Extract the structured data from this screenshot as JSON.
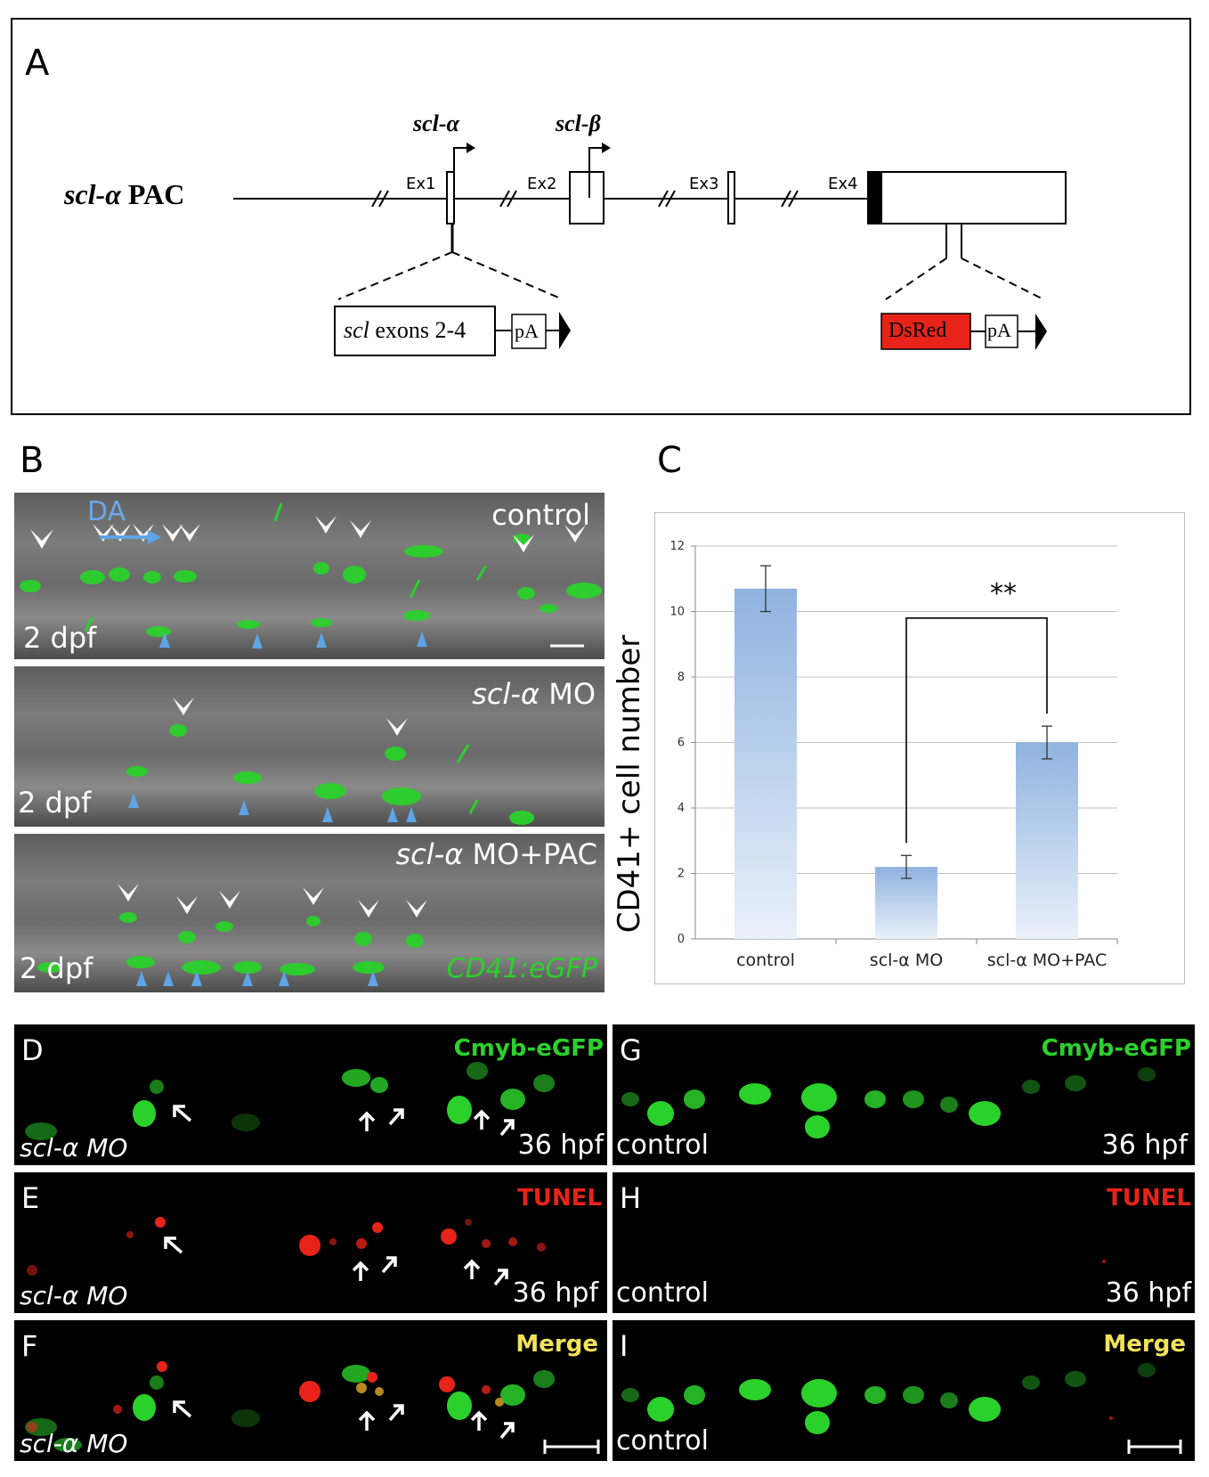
{
  "panelA": {
    "letter": "A",
    "construct_name_italic": "scl-α",
    "construct_name_suffix": " PAC",
    "promoter_alpha": "scl-α",
    "promoter_beta": "scl-β",
    "exons": [
      "Ex1",
      "Ex2",
      "Ex3",
      "Ex4"
    ],
    "insert1_italic": "scl",
    "insert1_text": " exons 2-4",
    "insert1_pa": "pA",
    "insert2_text": "DsRed",
    "insert2_pa": "pA",
    "colors": {
      "dsred": "#e8231a"
    }
  },
  "panelB": {
    "letter": "B",
    "rows": [
      {
        "condition": "control",
        "stage": "2 dpf",
        "da_label": "DA"
      },
      {
        "condition_italic": "scl-α",
        "condition_suffix": " MO",
        "stage": "2 dpf"
      },
      {
        "condition_italic": "scl-α",
        "condition_suffix": " MO+PAC",
        "stage": "2 dpf",
        "reporter": "CD41:eGFP"
      }
    ]
  },
  "panelC": {
    "letter": "C",
    "significance": "**"
  },
  "chart_data": {
    "type": "bar",
    "categories": [
      "control",
      "scl-α MO",
      "scl-α MO+PAC"
    ],
    "values": [
      10.7,
      2.2,
      6.0
    ],
    "errors": [
      0.7,
      0.35,
      0.5
    ],
    "ylabel": "CD41+ cell number",
    "ylim": [
      0,
      12
    ],
    "yticks": [
      0,
      2,
      4,
      6,
      8,
      10,
      12
    ],
    "grid": true,
    "significance": {
      "between": [
        1,
        2
      ],
      "label": "**"
    }
  },
  "panelsDI": {
    "D": {
      "letter": "D",
      "channel": "Cmyb-eGFP",
      "condition": "scl-α MO",
      "stage": "36 hpf"
    },
    "E": {
      "letter": "E",
      "channel": "TUNEL",
      "condition": "scl-α MO",
      "stage": "36 hpf"
    },
    "F": {
      "letter": "F",
      "channel": "Merge",
      "condition": "scl-α MO"
    },
    "G": {
      "letter": "G",
      "channel": "Cmyb-eGFP",
      "condition": "control",
      "stage": "36 hpf"
    },
    "H": {
      "letter": "H",
      "channel": "TUNEL",
      "condition": "control",
      "stage": "36 hpf"
    },
    "I": {
      "letter": "I",
      "channel": "Merge",
      "condition": "control"
    },
    "colors": {
      "green": "#2bd12b",
      "red": "#e8231a",
      "yellow": "#f2e35a"
    }
  }
}
